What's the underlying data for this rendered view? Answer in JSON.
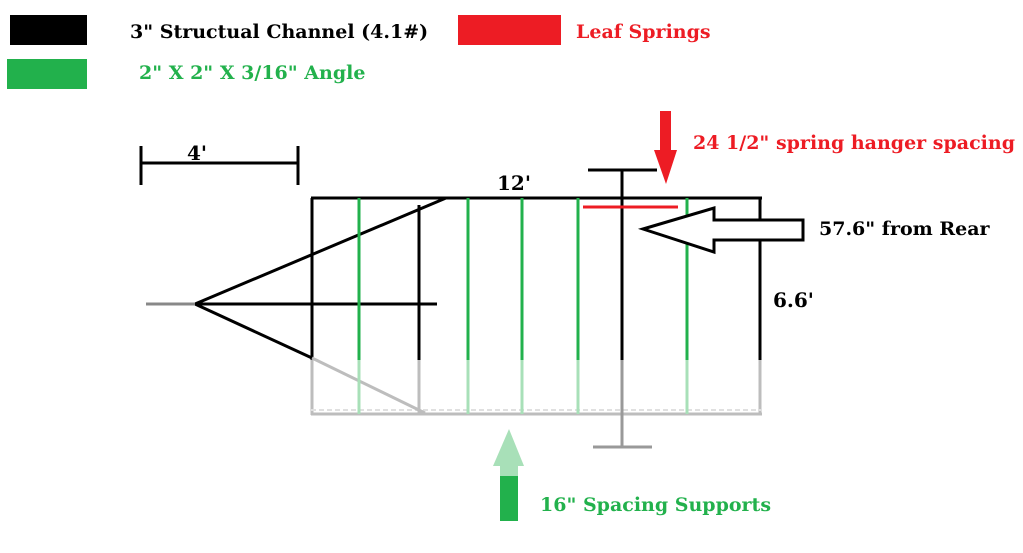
{
  "legend": [
    {
      "label": "3\" Structual Channel  (4.1#)",
      "color": "#000000"
    },
    {
      "label": "Leaf Springs",
      "color": "#ed1c24"
    },
    {
      "label": "2\" X 2\" X 3/16\"  Angle",
      "color": "#22b14c"
    }
  ],
  "dimensions": {
    "scale_bar": "4'",
    "length": "12'",
    "width": "6.6'"
  },
  "annotations": {
    "spring_hanger": "24 1/2\" spring hanger spacing",
    "from_rear": "57.6\" from Rear",
    "supports": "16\" Spacing Supports"
  },
  "colors": {
    "channel": "#000000",
    "angle": "#22b14c",
    "spring": "#ed1c24",
    "faded": "#bdbdbd"
  }
}
